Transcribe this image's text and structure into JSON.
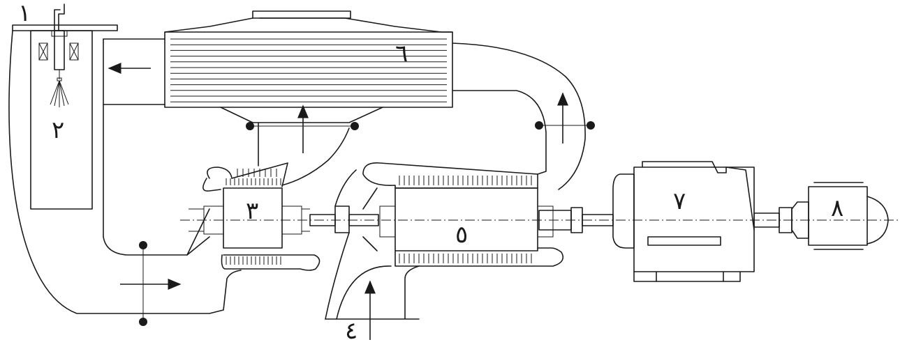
{
  "labels": {
    "one": "١",
    "two": "٢",
    "three": "٣",
    "four": "٤",
    "five": "٥",
    "six": "٦",
    "seven": "٧",
    "eight": "٨"
  }
}
